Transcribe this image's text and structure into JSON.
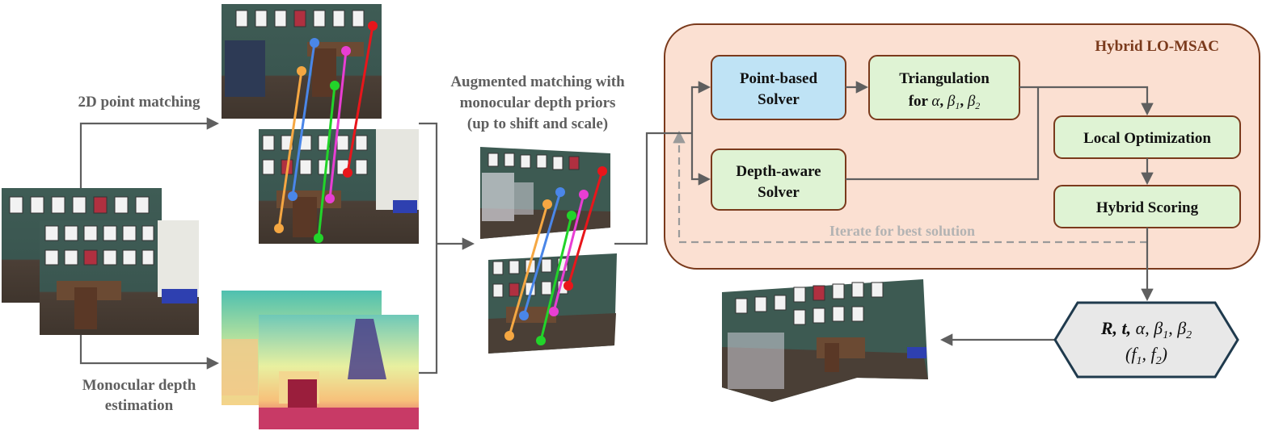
{
  "labels": {
    "point_matching": "2D point matching",
    "depth_line1": "Monocular depth",
    "depth_line2": "estimation",
    "aug_line1": "Augmented matching with",
    "aug_line2": "monocular depth priors",
    "aug_line3": "(up to shift and scale)"
  },
  "lo_msac": {
    "title": "Hybrid LO-MSAC",
    "point_solver": [
      "Point-based",
      "Solver"
    ],
    "depth_solver": [
      "Depth-aware",
      "Solver"
    ],
    "triangulation_line1": "Triangulation",
    "triangulation_prefix": "for ",
    "local_optimization": "Local Optimization",
    "hybrid_scoring": "Hybrid Scoring",
    "iterate": "Iterate for best solution"
  },
  "output": {
    "R": "R",
    "t": "t",
    "alpha": "α",
    "beta": "β",
    "sub1": "1",
    "sub2": "2",
    "f": "f"
  },
  "colors": {
    "lo_msac_fill": "#fbe0d2",
    "lo_msac_border": "#7a3a1c",
    "point_solver_fill": "#bfe3f5",
    "green_box_fill": "#dff3d4",
    "box_border": "#7a3a1c",
    "output_fill": "#e8e8e8",
    "output_border": "#1f3a4d",
    "arrow": "#5f5f5f",
    "wall": "#3d5a52",
    "floor": "#4e4238",
    "match_colors": [
      "#f5a742",
      "#4a86e8",
      "#22d42a",
      "#e83ed3",
      "#e8161b"
    ]
  }
}
